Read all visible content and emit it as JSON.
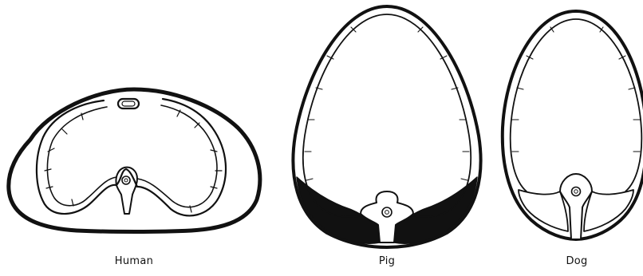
{
  "figure": {
    "panels": [
      {
        "id": "human",
        "label": "Human"
      },
      {
        "id": "pig",
        "label": "Pig"
      },
      {
        "id": "dog",
        "label": "Dog"
      }
    ]
  },
  "colors": {
    "ink": "#111111",
    "muscle_fill": "#111111",
    "background": "#ffffff"
  }
}
